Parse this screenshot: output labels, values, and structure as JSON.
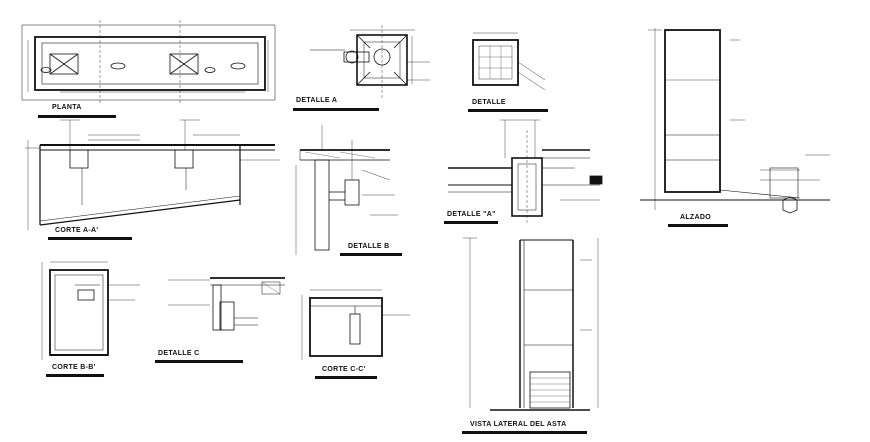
{
  "sheet": {
    "background": "#ffffff",
    "line_color": "#111111",
    "labels": {
      "planta": "PLANTA",
      "detalle_a": "DETALLE  A",
      "detalle_top": "DETALLE",
      "corte_a": "CORTE A-A'",
      "detalle_b": "DETALLE  B",
      "detalle_a_quote": "DETALLE \"A\"",
      "alzado": "ALZADO",
      "corte_b": "CORTE B-B'",
      "detalle_c": "DETALLE  C",
      "corte_c": "CORTE C-C'",
      "vista_lateral": "VISTA LATERAL DEL ASTA"
    }
  }
}
